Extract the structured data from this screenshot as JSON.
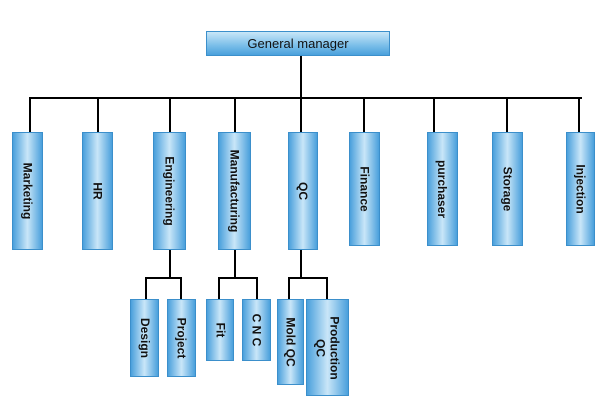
{
  "root": {
    "label": "General manager"
  },
  "departments": [
    {
      "label": "Marketing"
    },
    {
      "label": "HR"
    },
    {
      "label": "Engineering",
      "children": [
        {
          "label": "Design"
        },
        {
          "label": "Project"
        }
      ]
    },
    {
      "label": "Manufacturing",
      "children": [
        {
          "label": "Fit"
        },
        {
          "label": "C N C"
        }
      ]
    },
    {
      "label": "QC",
      "children": [
        {
          "label": "Mold QC"
        },
        {
          "label": "Production\nQC"
        }
      ]
    },
    {
      "label": "Finance"
    },
    {
      "label": "purchaser"
    },
    {
      "label": "Storage"
    },
    {
      "label": "Injection"
    }
  ],
  "colors": {
    "box": "#4aa0dc",
    "box_highlight": "#c9e6f8",
    "connector": "#000000"
  }
}
